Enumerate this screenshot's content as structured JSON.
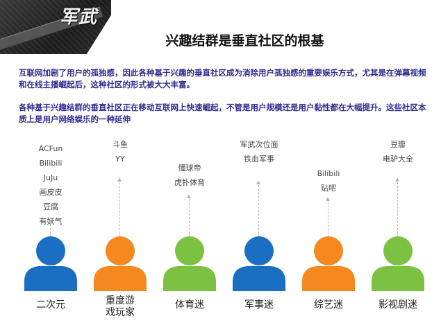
{
  "header": {
    "logo_text": "军武",
    "title": "兴趣结群是垂直社区的根基"
  },
  "paragraphs": {
    "p1": "互联网加剧了用户的孤独感，因此各种基于兴趣的垂直社区成为消除用户孤独感的重要娱乐方式，尤其是在弹幕视频和在线主播崛起后，这种社区的形式被大大丰富。",
    "p2": "各种基于兴趣结群的垂直社区正在移动互联网上快速崛起，不管是用户规模还是用户黏性都在大幅提升。这些社区本质上是用户网络娱乐的一种延伸"
  },
  "colors": {
    "blue": "#1a6fc2",
    "orange": "#f5891f",
    "green": "#7bc142",
    "text_blue": "#2e2c8f"
  },
  "groups": [
    {
      "name": "二次元",
      "name_lines": [
        "二次元"
      ],
      "color": "blue",
      "labels": [
        "ACFun",
        "Bilibili",
        "JuJu",
        "画皮皮",
        "豆腐",
        "有妖气"
      ]
    },
    {
      "name": "重度游戏玩家",
      "name_lines": [
        "重度游",
        "戏玩家"
      ],
      "color": "orange",
      "labels": [
        "斗鱼",
        "YY"
      ]
    },
    {
      "name": "体育迷",
      "name_lines": [
        "体育迷"
      ],
      "color": "green",
      "labels": [
        "懂球帝",
        "虎扑体育"
      ]
    },
    {
      "name": "军事迷",
      "name_lines": [
        "军事迷"
      ],
      "color": "blue",
      "labels": [
        "军武次位面",
        "铁血军事"
      ]
    },
    {
      "name": "综艺迷",
      "name_lines": [
        "综艺迷"
      ],
      "color": "orange",
      "labels": [
        "Bilibili",
        "贴吧"
      ]
    },
    {
      "name": "影视剧迷",
      "name_lines": [
        "影视剧迷"
      ],
      "color": "green",
      "labels": [
        "豆瓣",
        "电驴大全"
      ]
    }
  ]
}
